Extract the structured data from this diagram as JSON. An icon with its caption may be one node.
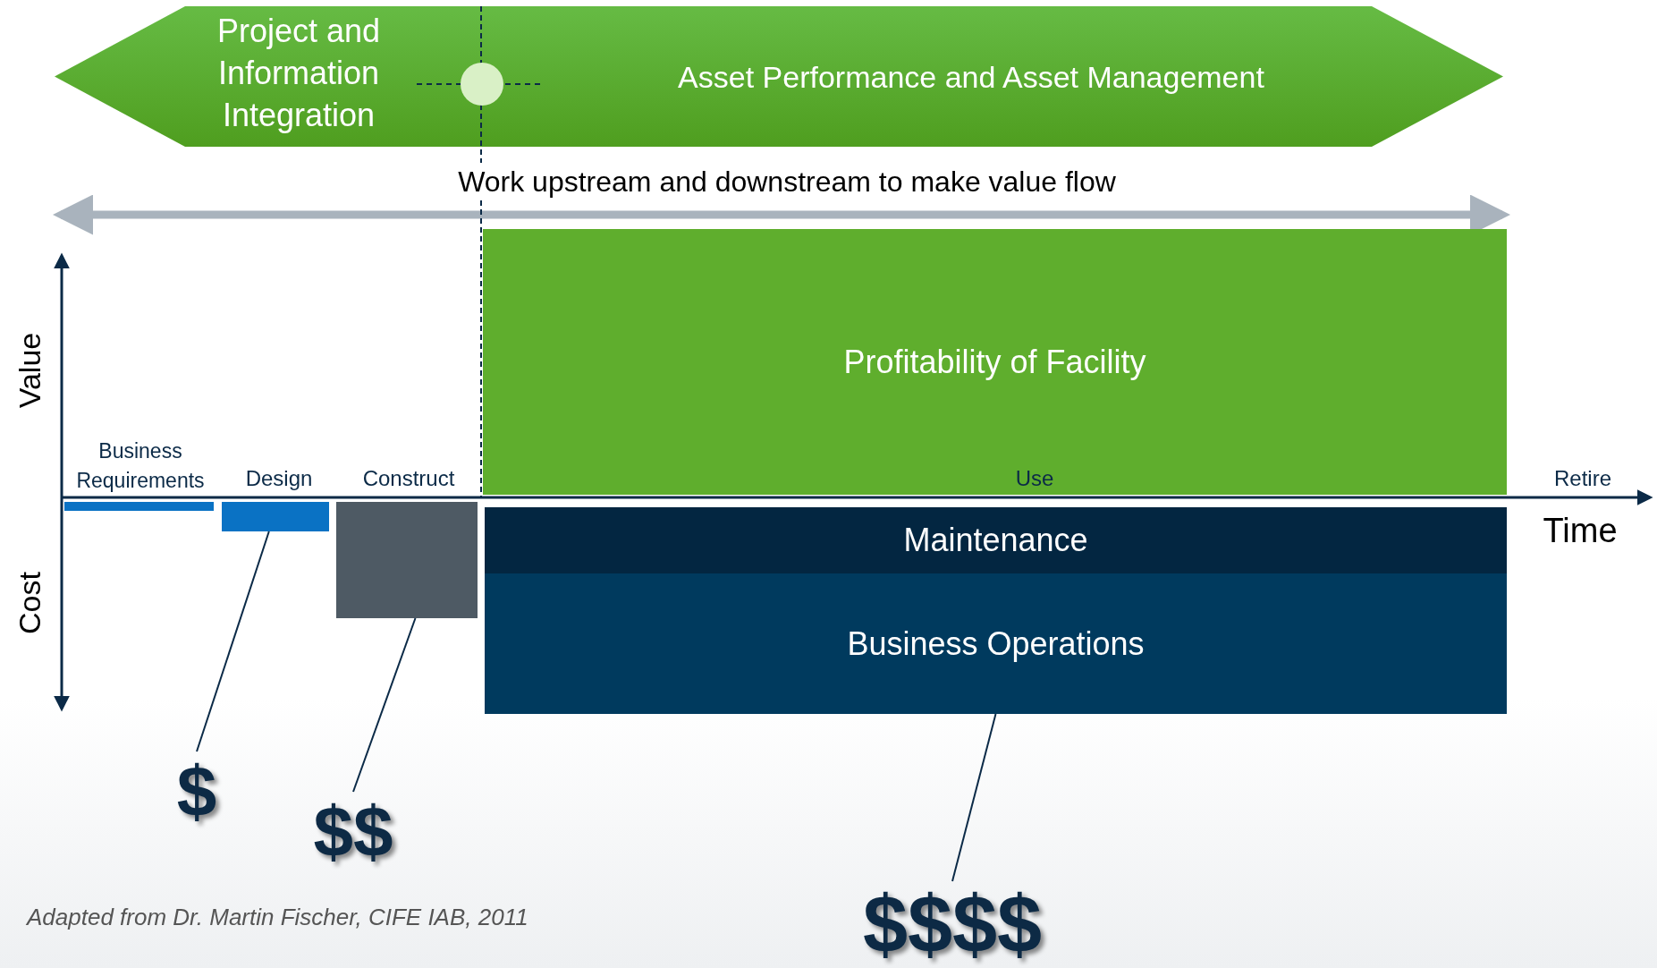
{
  "diagram": {
    "caption": "Adapted from Dr. Martin Fischer, CIFE IAB, 2011",
    "nodes": [
      {
        "text": [
          "Project and Information Integration",
          "Asset Performance and Asset Management"
        ]
      },
      {
        "text": [
          "Profitability of Facility"
        ]
      },
      {
        "text": [
          "Maintenance"
        ]
      },
      {
        "text": [
          "Business Operations"
        ]
      },
      {
        "text": [],
        "shape": "bar"
      },
      {
        "text": [],
        "shape": "bar"
      },
      {
        "text": [],
        "shape": "bar"
      },
      {
        "text": [
          "$"
        ]
      },
      {
        "text": [
          "$$"
        ]
      },
      {
        "text": [
          "$$$$"
        ]
      }
    ],
    "edges": [
      {
        "from": 7,
        "to": 5,
        "arrow": "none"
      },
      {
        "from": 8,
        "to": 6,
        "arrow": "none"
      },
      {
        "from": 9,
        "to": 3,
        "arrow": "none"
      }
    ],
    "labels": [
      "Work upstream and downstream to make value flow",
      "Value",
      "Cost",
      "Business Requirements",
      "Design",
      "Construct",
      "Use",
      "Retire",
      "Time"
    ]
  }
}
